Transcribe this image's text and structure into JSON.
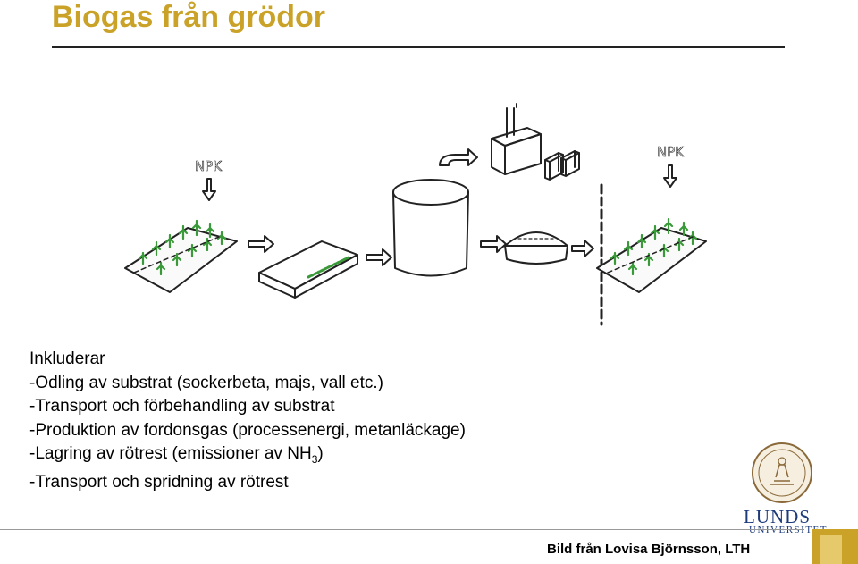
{
  "title": "Biogas från grödor",
  "diagram": {
    "label_npk_left": "NPK",
    "label_npk_right": "NPK"
  },
  "body": {
    "heading": "Inkluderar",
    "line1": "-Odling av substrat (sockerbeta, majs, vall etc.)",
    "line2": "-Transport och förbehandling av substrat",
    "line3": "-Produktion av fordonsgas (processenergi, metanläckage)",
    "line4_pre": "-Lagring av rötrest (emissioner av NH",
    "line4_sub": "3",
    "line4_post": ")",
    "line5": "-Transport och spridning av rötrest"
  },
  "logo": {
    "name": "LUNDS",
    "sub": "UNIVERSITET"
  },
  "footer": {
    "credit": "Bild från Lovisa Björnsson, LTH"
  },
  "colors": {
    "title": "#c9a227",
    "accent": "#c9a227",
    "logo_blue": "#1d3a7a",
    "plant_green": "#3a9a3a"
  }
}
